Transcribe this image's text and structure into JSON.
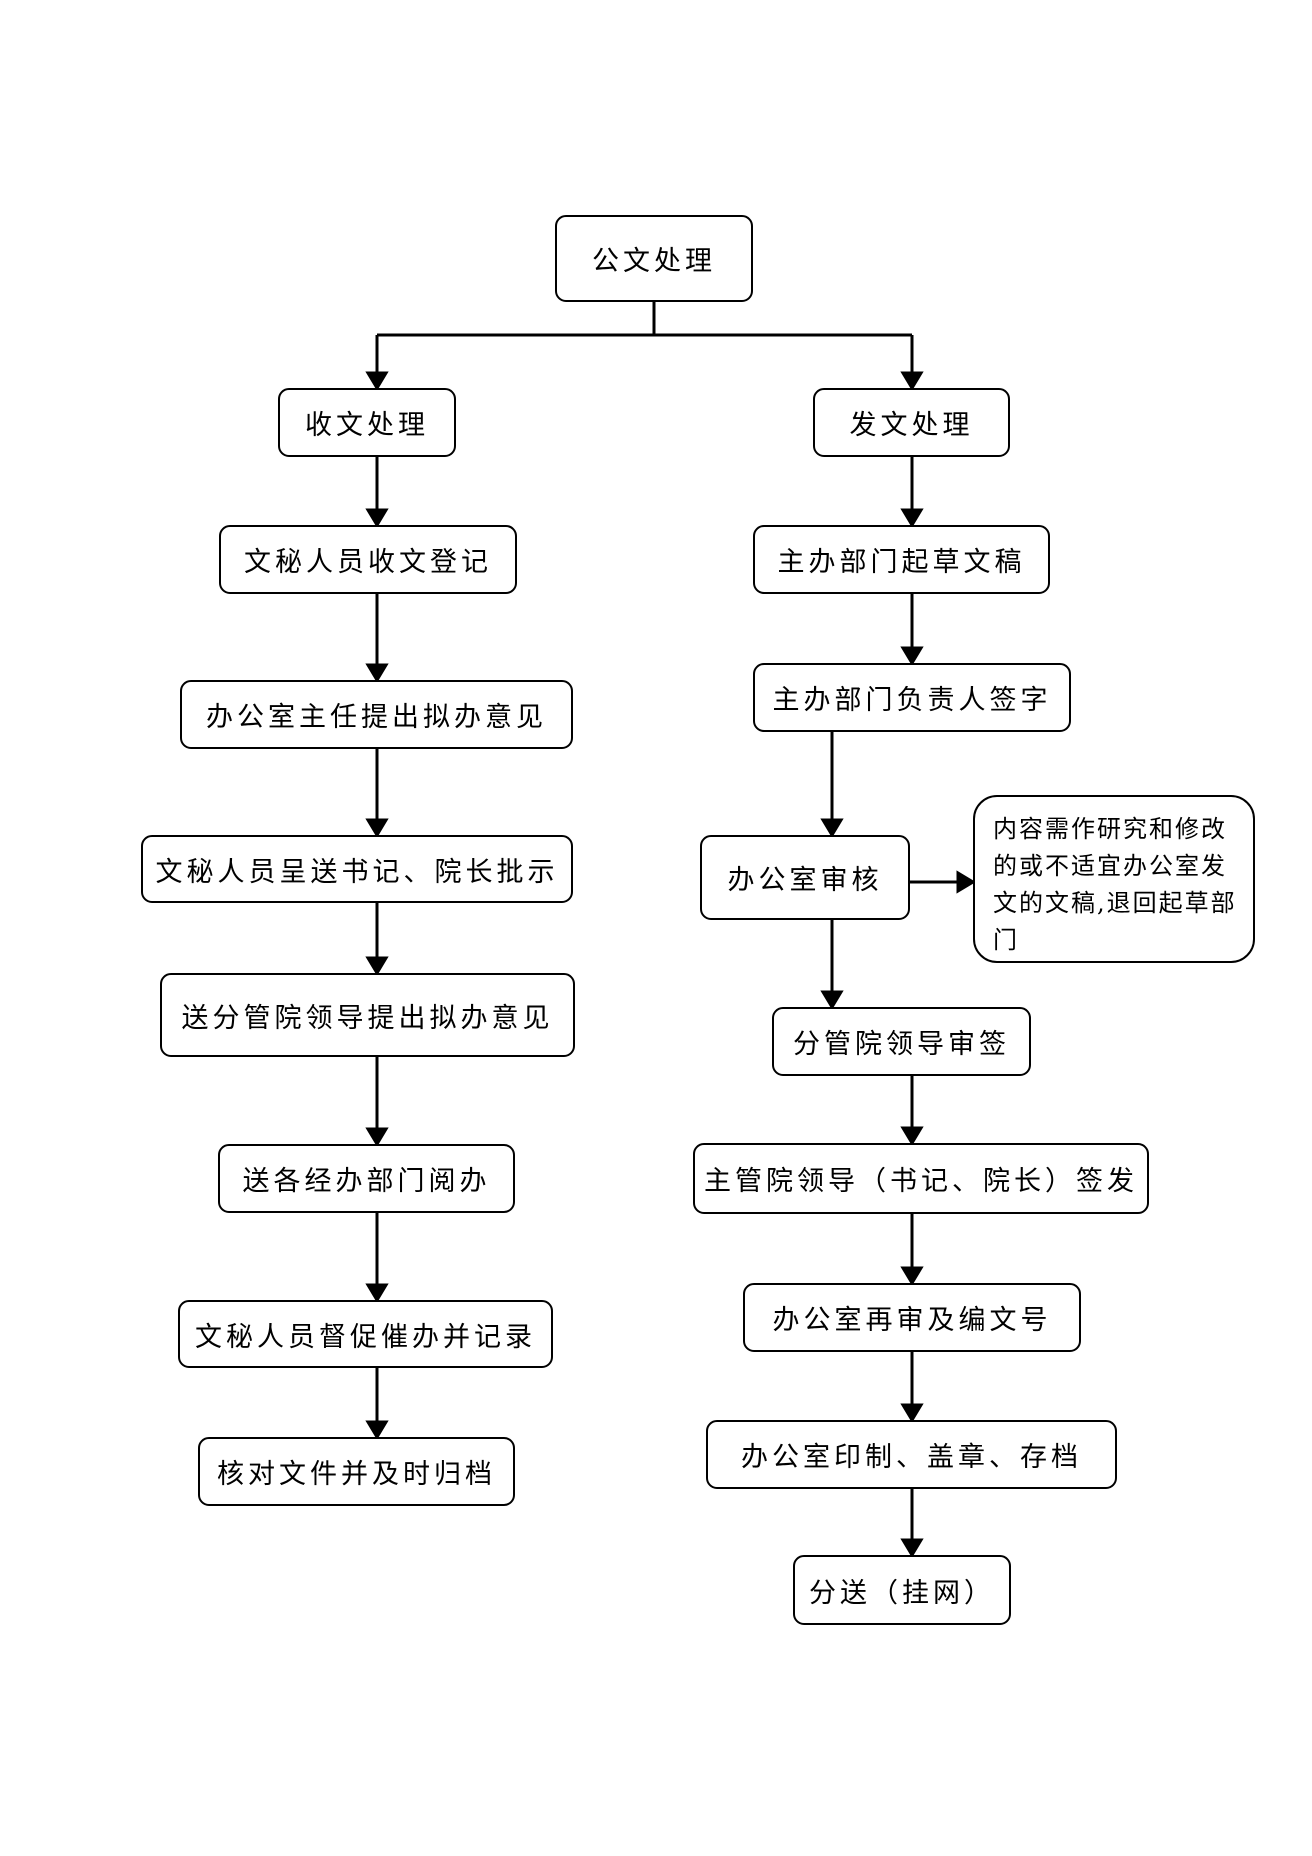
{
  "diagram": {
    "root": "公文处理",
    "left": {
      "title": "收文处理",
      "steps": [
        "文秘人员收文登记",
        "办公室主任提出拟办意见",
        "文秘人员呈送书记、院长批示",
        "送分管院领导提出拟办意见",
        "送各经办部门阅办",
        "文秘人员督促催办并记录",
        "核对文件并及时归档"
      ]
    },
    "right": {
      "title": "发文处理",
      "steps": [
        "主办部门起草文稿",
        "主办部门负责人签字",
        "办公室审核",
        "分管院领导审签",
        "主管院领导（书记、院长）签发",
        "办公室再审及编文号",
        "办公室印制、盖章、存档",
        "分送（挂网）"
      ],
      "review_note": "内容需作研究和修改的或不适宜办公室发文的文稿,退回起草部门"
    },
    "colors": {
      "line": "#000000",
      "box_border": "#000000",
      "box_fill": "#ffffff",
      "background": "#ffffff",
      "text": "#000000"
    }
  }
}
